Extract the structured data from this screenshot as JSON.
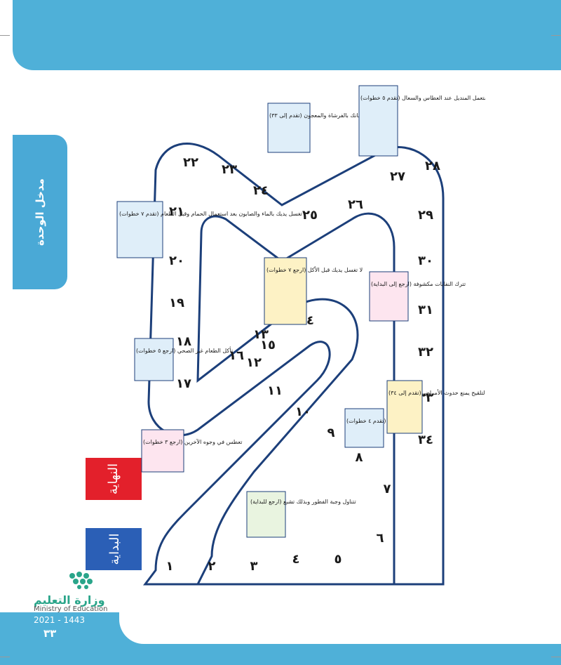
{
  "header": {
    "unit_label": "مدخل الوحدة"
  },
  "ministry": {
    "name_ar": "وزارة التعليم",
    "name_en": "Ministry of Education",
    "year": "2021 - 1443"
  },
  "page_number": "٣٣",
  "board": {
    "start_label": "البداية",
    "end_label": "النهاية",
    "squares": [
      "١",
      "٢",
      "٣",
      "٤",
      "٥",
      "٦",
      "٧",
      "٨",
      "٩",
      "١٠",
      "١١",
      "١٢",
      "١٣",
      "١٤",
      "١٥",
      "١٦",
      "١٧",
      "١٨",
      "١٩",
      "٢٠",
      "٢١",
      "٢٢",
      "٢٣",
      "٢٤",
      "٢٥",
      "٢٦",
      "٢٧",
      "٢٨",
      "٢٩",
      "٣٠",
      "٣١",
      "٣٢",
      "٣٣",
      "٣٤"
    ],
    "callouts": [
      {
        "text": "تتناول وجبة الفطور وبذلك تشبع (ارجع للبداية)"
      },
      {
        "text": "تعطس في وجوه الآخرين (ارجع ٣ خطوات)"
      },
      {
        "text": "تغطي الطعام (تقدم ٤ خطوات)"
      },
      {
        "text": "تأكل الطعام غير الصحي (ارجع ٥ خطوات)"
      },
      {
        "text": "لا تغسل يديك قبل الأكل (ارجع ٧ خطوات)"
      },
      {
        "text": "تغسل يديك بالماء والصابون بعد استعمال الحمام وقبل الطعام (تقدم ٧ خطوات)"
      },
      {
        "text": "تنظف أسنانك بالفرشاة والمعجون (تقدم إلى ٣٣)"
      },
      {
        "text": "تستعمل المنديل عند العطاس والسعال (تقدم ٥ خطوات)"
      },
      {
        "text": "تترك النفايات مكشوفة (ارجع إلى البداية)"
      },
      {
        "text": "تعرف أن التلقيح يمنع حدوث الأمراض (تقدم إلى ٣٤)"
      }
    ]
  }
}
